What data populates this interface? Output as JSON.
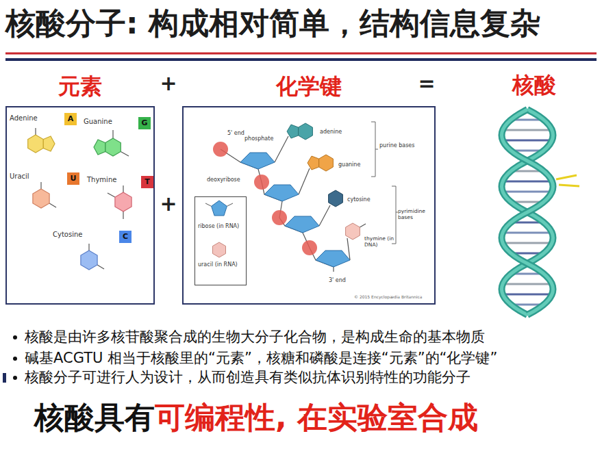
{
  "diagram": {
    "title": "核酸分子: 构成相对简单，结构信息复杂",
    "nodes": [
      {
        "text": [
          "元素",
          "Adenine",
          "Guanine",
          "Uracil",
          "Thymine",
          "Cytosine"
        ]
      },
      {
        "text": [
          "A"
        ],
        "in": 0
      },
      {
        "text": [
          "G"
        ],
        "in": 0
      },
      {
        "text": [
          "U"
        ],
        "in": 0
      },
      {
        "text": [
          "T"
        ],
        "in": 0
      },
      {
        "text": [
          "C"
        ],
        "in": 0
      },
      {
        "text": [
          "化学键",
          "5' end",
          "phosphate",
          "adenine",
          "deoxyribose",
          "guanine",
          "purine bases",
          "cytosine",
          "pyrimidine bases",
          "thymine (in DNA)",
          "3' end",
          "© 2015 Encyclopædia Britannica"
        ]
      },
      {
        "text": [
          "ribose (in RNA)",
          "uracil (in RNA)"
        ],
        "in": 6
      }
    ],
    "labels": [
      "+",
      "=",
      "核酸",
      "+",
      "核酸是由许多核苷酸聚合成的生物大分子化合物，是构成生命的基本物质",
      "碱基ACGTU 相当于核酸里的“元素”，核糖和磷酸是连接“元素”的“化学键”",
      "核酸分子可进行人为设计，从而创造具有类似抗体识别特性的功能分子",
      "核酸具有",
      "可编程性, 在实验室合成"
    ]
  }
}
